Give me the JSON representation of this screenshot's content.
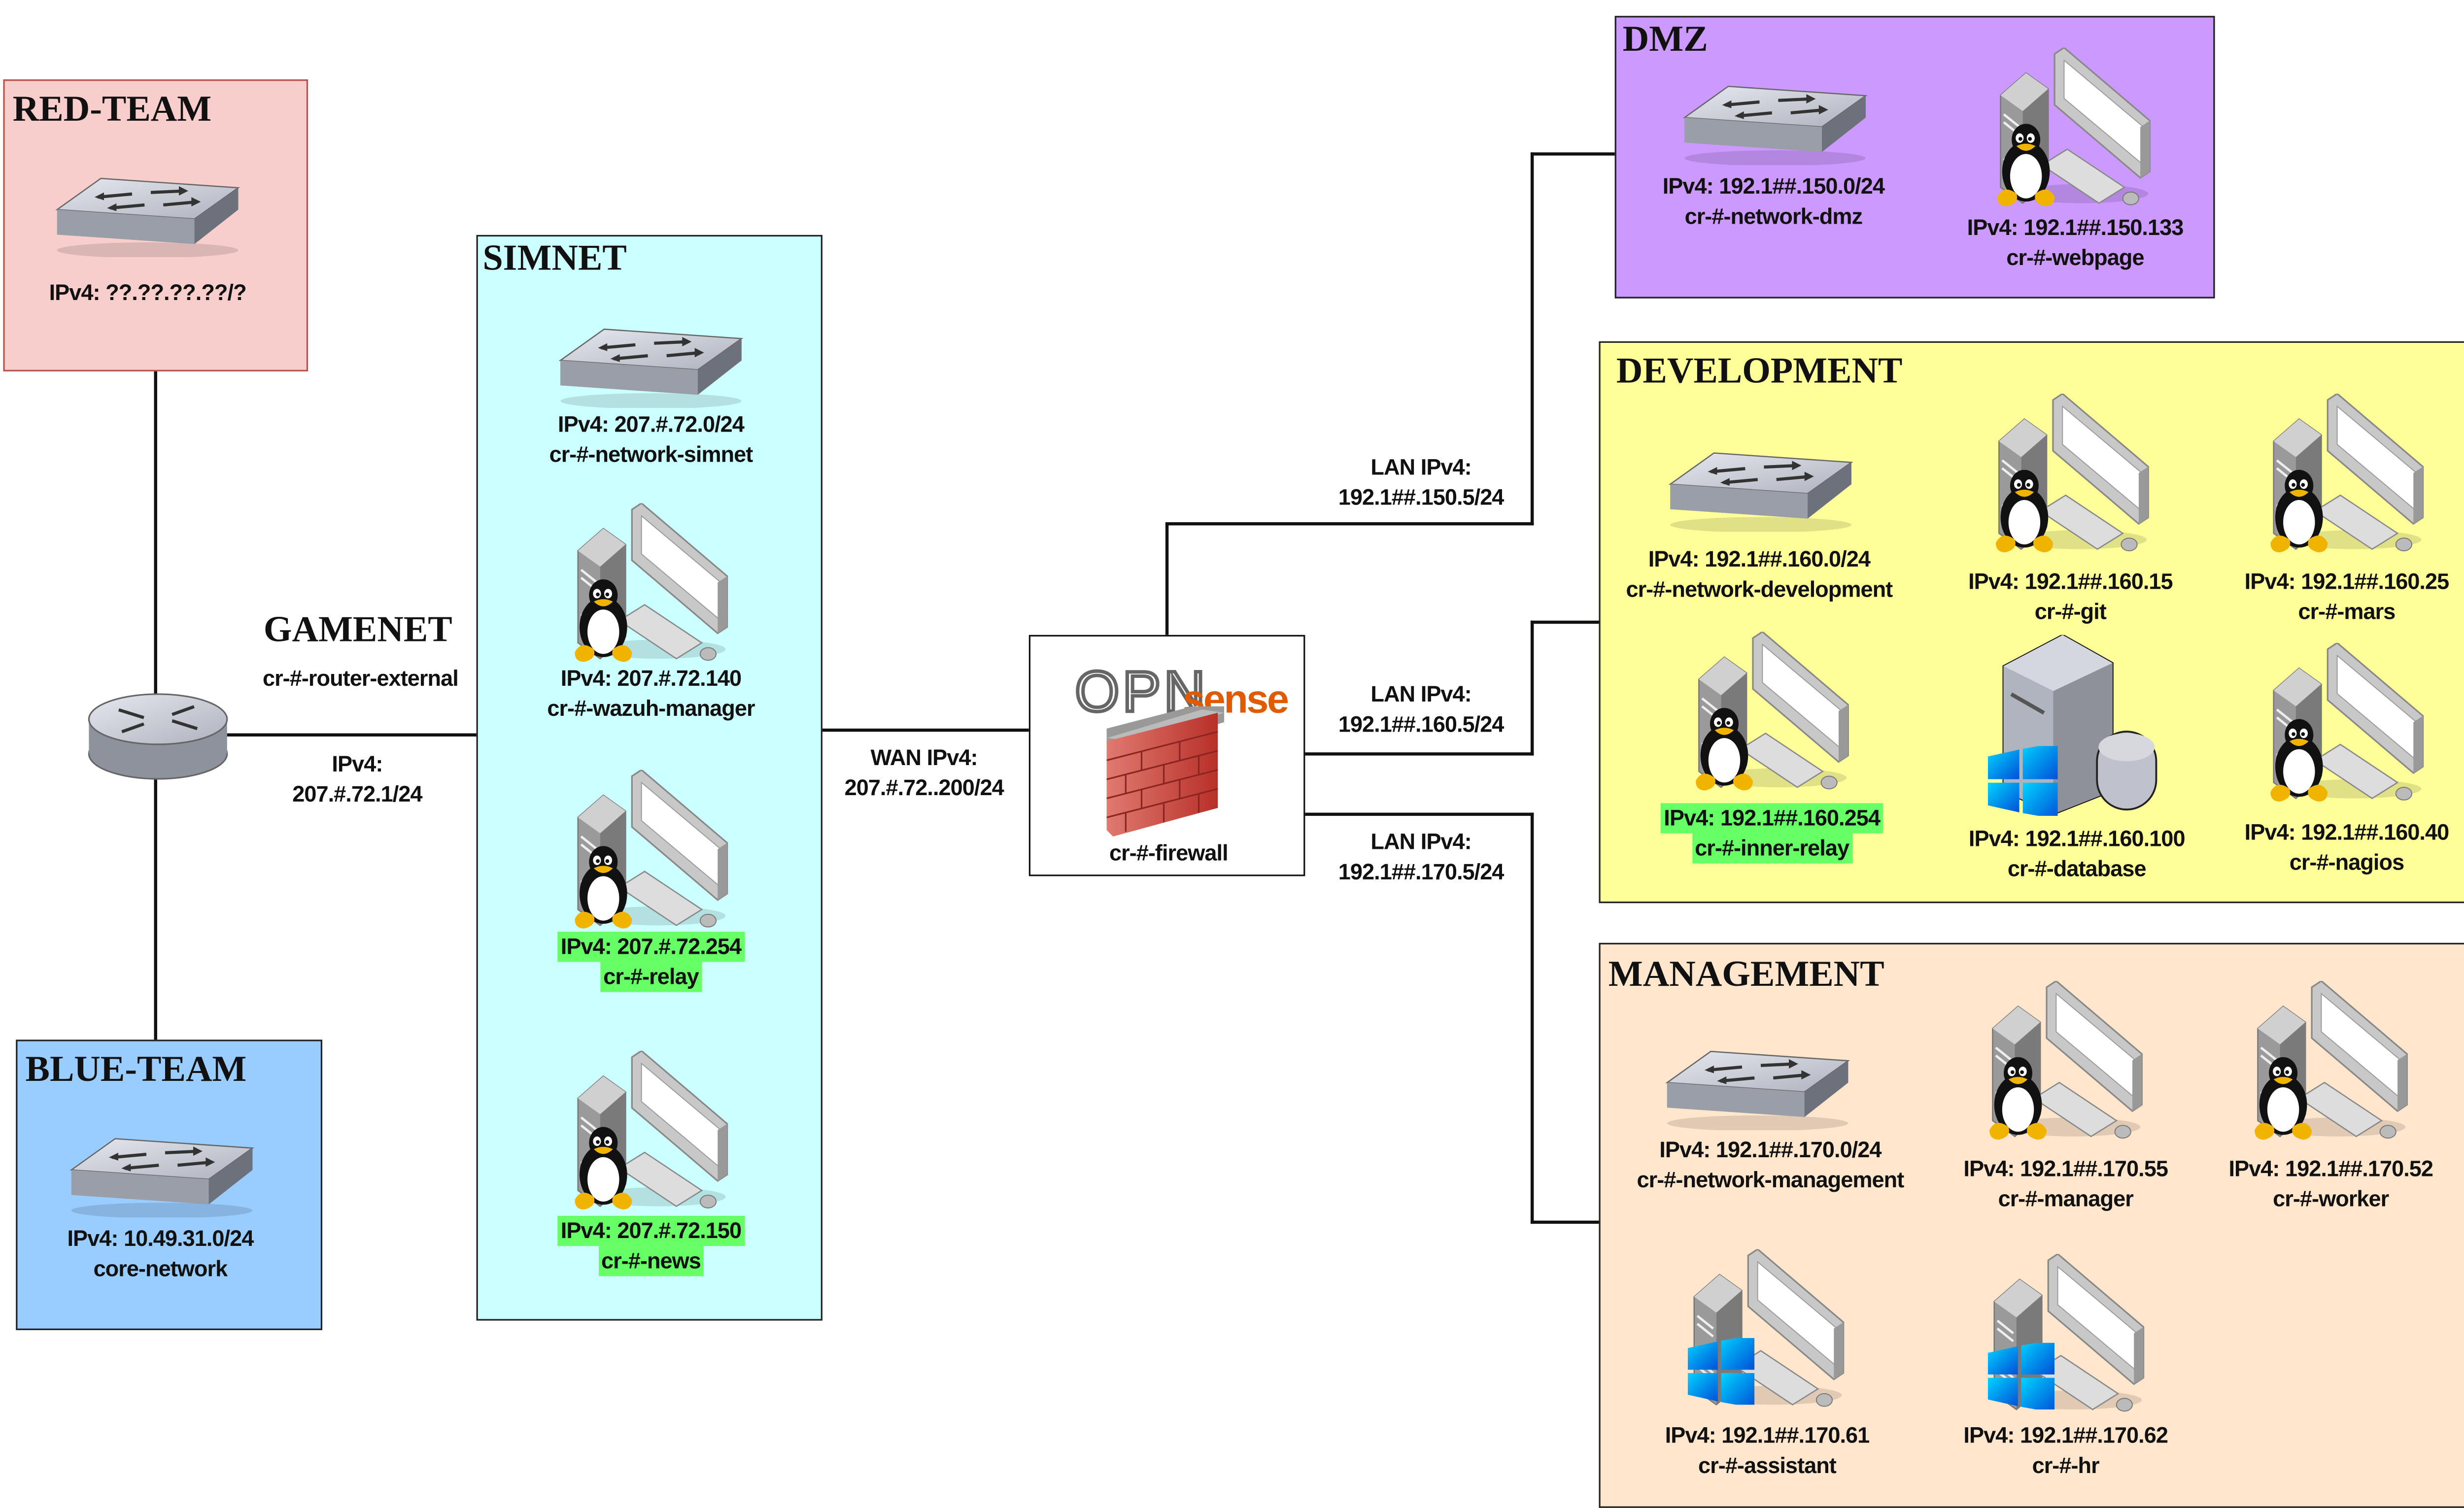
{
  "zones": {
    "red_team": {
      "title": "RED-TEAM",
      "color": "#f8cecc",
      "switch": {
        "ip": "IPv4: ??.??.??.??/?"
      }
    },
    "blue_team": {
      "title": "BLUE-TEAM",
      "color": "#99ccff",
      "switch": {
        "ip": "IPv4: 10.49.31.0/24",
        "name": "core-network"
      }
    },
    "simnet": {
      "title": "SIMNET",
      "color": "#ccffff",
      "switch": {
        "ip": "IPv4: 207.#.72.0/24",
        "name": "cr-#-network-simnet"
      },
      "hosts": [
        {
          "ip": "IPv4: 207.#.72.140",
          "name": "cr-#-wazuh-manager",
          "os": "linux",
          "highlight": false
        },
        {
          "ip": "IPv4: 207.#.72.254",
          "name": "cr-#-relay",
          "os": "linux",
          "highlight": true
        },
        {
          "ip": "IPv4: 207.#.72.150",
          "name": "cr-#-news",
          "os": "linux",
          "highlight": true
        }
      ]
    },
    "dmz": {
      "title": "DMZ",
      "color": "#cc99ff",
      "switch": {
        "ip": "IPv4: 192.1##.150.0/24",
        "name": "cr-#-network-dmz"
      },
      "hosts": [
        {
          "ip": "IPv4: 192.1##.150.133",
          "name": "cr-#-webpage",
          "os": "linux"
        }
      ]
    },
    "development": {
      "title": "DEVELOPMENT",
      "color": "#ffff99",
      "switch": {
        "ip": "IPv4: 192.1##.160.0/24",
        "name": "cr-#-network-development"
      },
      "hosts": [
        {
          "ip": "IPv4: 192.1##.160.15",
          "name": "cr-#-git",
          "os": "linux"
        },
        {
          "ip": "IPv4: 192.1##.160.25",
          "name": "cr-#-mars",
          "os": "linux"
        },
        {
          "ip": "IPv4: 192.1##.160.254",
          "name": "cr-#-inner-relay",
          "os": "linux",
          "highlight": true
        },
        {
          "ip": "IPv4: 192.1##.160.100",
          "name": "cr-#-database",
          "os": "windows-server"
        },
        {
          "ip": "IPv4: 192.1##.160.40",
          "name": "cr-#-nagios",
          "os": "linux"
        }
      ]
    },
    "management": {
      "title": "MANAGEMENT",
      "color": "#ffe6cc",
      "switch": {
        "ip": "IPv4: 192.1##.170.0/24",
        "name": "cr-#-network-management"
      },
      "hosts": [
        {
          "ip": "IPv4: 192.1##.170.55",
          "name": "cr-#-manager",
          "os": "linux"
        },
        {
          "ip": "IPv4: 192.1##.170.52",
          "name": "cr-#-worker",
          "os": "linux"
        },
        {
          "ip": "IPv4: 192.1##.170.61",
          "name": "cr-#-assistant",
          "os": "windows"
        },
        {
          "ip": "IPv4: 192.1##.170.62",
          "name": "cr-#-hr",
          "os": "windows"
        }
      ]
    }
  },
  "gamenet": {
    "title": "GAMENET",
    "router_name": "cr-#-router-external",
    "link_label": "IPv4:",
    "link_ip": "207.#.72.1/24"
  },
  "firewall": {
    "logo_opn": "OPN",
    "logo_sense": "sense",
    "name": "cr-#-firewall",
    "wan_label": "WAN IPv4:",
    "wan_ip": "207.#.72..200/24",
    "lan_links": [
      {
        "label": "LAN IPv4:",
        "ip": "192.1##.150.5/24"
      },
      {
        "label": "LAN IPv4:",
        "ip": "192.1##.160.5/24"
      },
      {
        "label": "LAN IPv4:",
        "ip": "192.1##.170.5/24"
      }
    ]
  },
  "colors": {
    "highlight": "#66ff66",
    "sense_orange": "#e05a00"
  }
}
